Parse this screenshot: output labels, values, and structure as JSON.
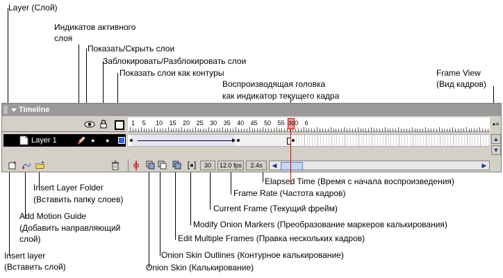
{
  "annotations": {
    "layer": "Layer (Слой)",
    "active_indicator_1": "Индикатов активного",
    "active_indicator_2": "слоя",
    "show_hide": "Показать/Скрыть слои",
    "lock_unlock": "Заблокировать/Разблокировать слои",
    "outlines": "Показать слои как контуры",
    "playhead_1": "Воспроизводящая головка",
    "playhead_2": "как индикатор текущего кадра",
    "frame_view_1": "Frame View",
    "frame_view_2": "(Вид кадров)",
    "insert_folder_1": "Insert Layer Folder",
    "insert_folder_2": "(Вставить папку слоев)",
    "add_guide_1": "Add Motion Guide",
    "add_guide_2": "(Добавить направляющий",
    "add_guide_3": "слой)",
    "insert_layer_1": "Insert layer",
    "insert_layer_2": "(Вставить слой)",
    "elapsed_time": "Elapsed Time (Время с начала воспроизведения)",
    "frame_rate": "Frame Rate (Частота кадров)",
    "current_frame": "Current Frame (Текущий фрейм)",
    "modify_onion": "Modify Onion Markers (Преобразование маркеров калькирования)",
    "edit_multiple": "Edit Multiple Frames (Правка нескольких кадров)",
    "onion_outlines": "Onion Skin Outlines (Контурное калькирование)",
    "onion_skin": "Onion Skin (Калькирование)"
  },
  "timeline": {
    "title": "Timeline",
    "layer_name": "Layer 1",
    "ruler_numbers": [
      "1",
      "5",
      "10",
      "15",
      "20",
      "25",
      "30",
      "35",
      "40",
      "45",
      "50",
      "55",
      "60",
      "6"
    ],
    "playhead_frame": "30",
    "current_frame": "30",
    "frame_rate": "12.0 fps",
    "elapsed_time": "2.4s"
  },
  "colors": {
    "playhead": "#d40000",
    "outline_square": "#3a5fe0"
  }
}
